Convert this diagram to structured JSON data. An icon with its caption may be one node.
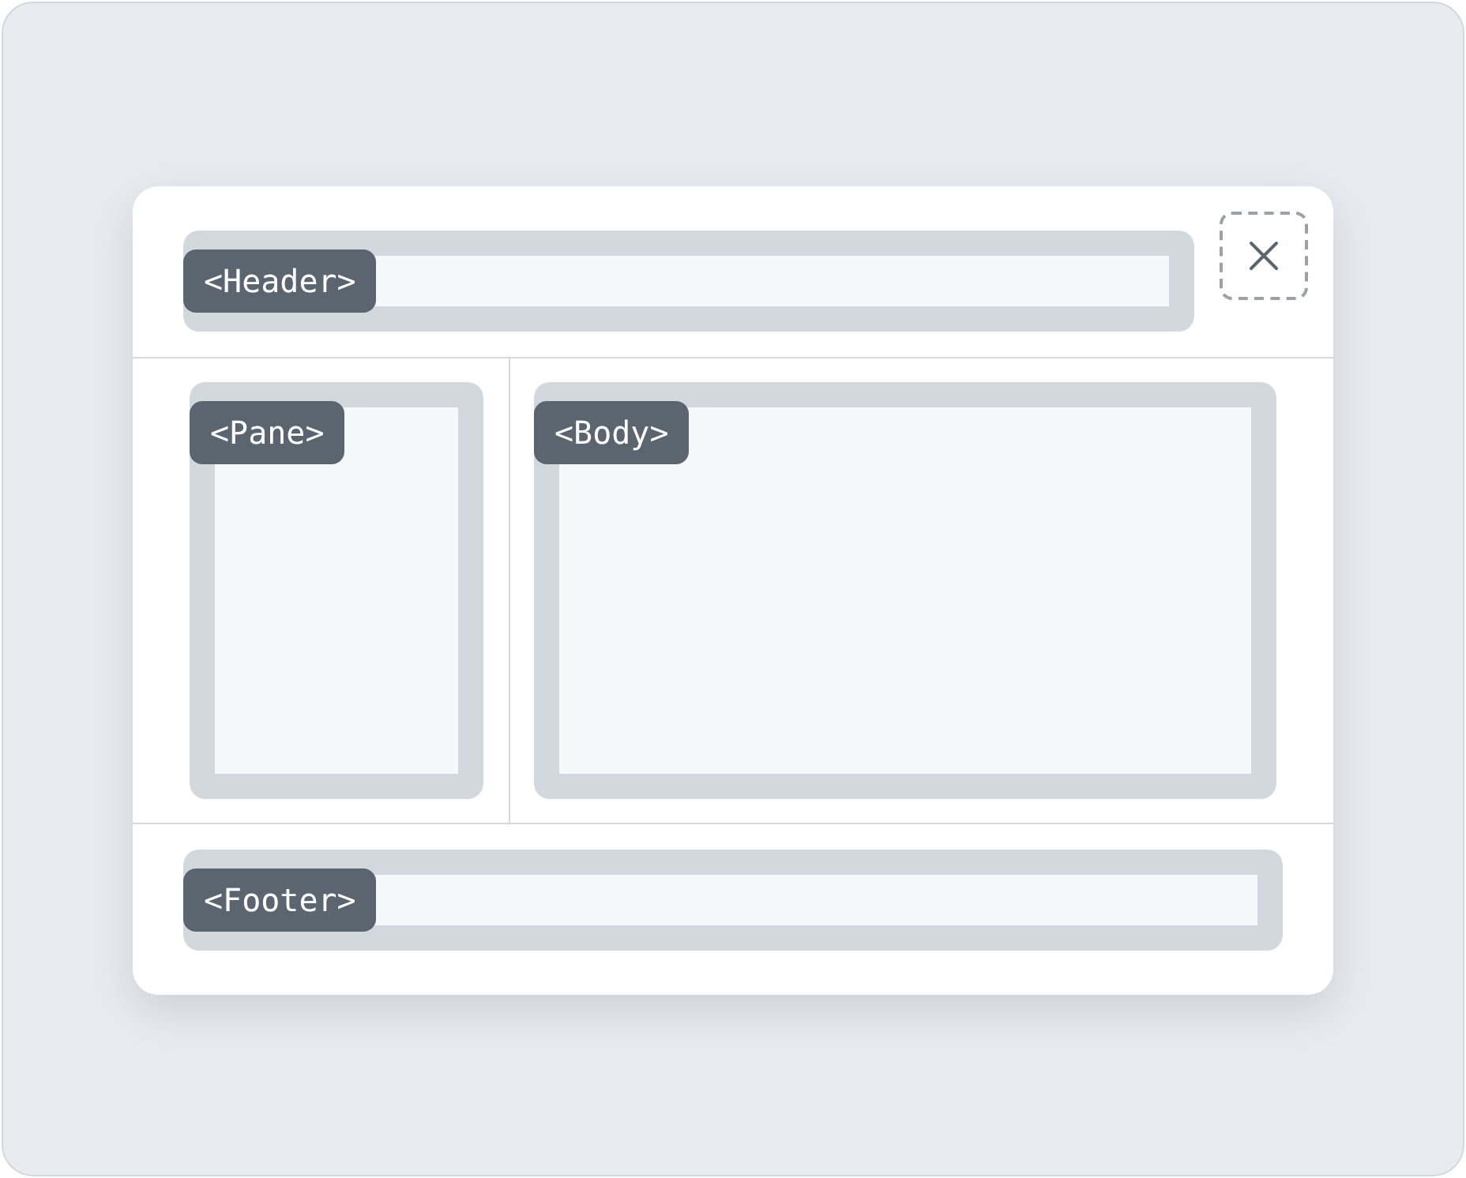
{
  "diagram": {
    "nodes": [
      {
        "text": [],
        "shape": "box"
      },
      {
        "text": [
          "<Header>"
        ],
        "in": 0
      },
      {
        "text": [],
        "shape": "box",
        "in": 0
      },
      {
        "text": [
          "<Pane>"
        ],
        "in": 0
      },
      {
        "text": [
          "<Body>"
        ],
        "in": 0
      },
      {
        "text": [
          "<Footer>"
        ],
        "in": 0
      }
    ]
  }
}
